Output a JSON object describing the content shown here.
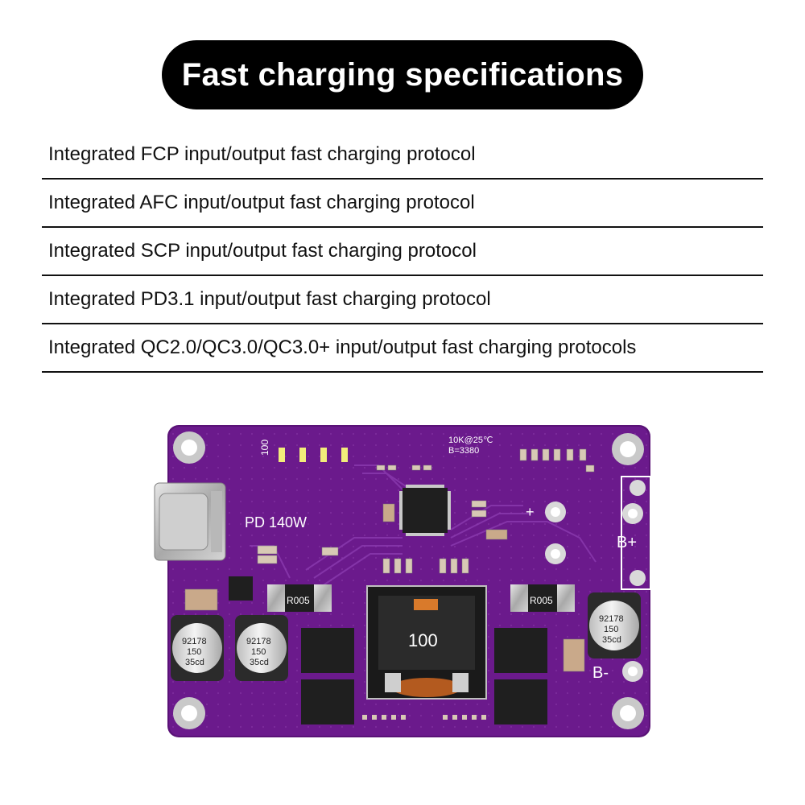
{
  "header": {
    "title": "Fast charging specifications"
  },
  "specs": {
    "items": [
      "Integrated FCP input/output fast charging protocol",
      "Integrated AFC input/output fast charging protocol",
      "Integrated SCP input/output fast charging protocol",
      "Integrated PD3.1 input/output fast charging protocol",
      "Integrated QC2.0/QC3.0/QC3.0+ input/output fast charging protocols"
    ]
  },
  "board": {
    "pd_label": "PD 140W",
    "led_label": "100",
    "thermistor_line1": "10K@25℃",
    "thermistor_line2": "B=3380",
    "inductor_label": "100",
    "resistor_left": "R005",
    "resistor_right": "R005",
    "plus_label": "+",
    "b_plus_label": "B+",
    "b_minus_label": "B-",
    "cap_text_line1": "92178",
    "cap_text_line2": "150",
    "cap_text_line3": "35cd",
    "colors": {
      "pcb": "#6b1a8c",
      "pcb_edge": "#5a1277",
      "title_bg": "#000000"
    }
  }
}
